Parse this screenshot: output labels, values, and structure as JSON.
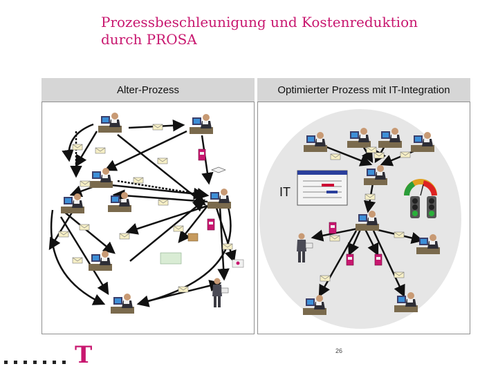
{
  "title": {
    "line1": "Prozessbeschleunigung und Kostenreduktion",
    "line2": "durch PROSA"
  },
  "panels": {
    "left_header": "Alter-Prozess",
    "right_header": "Optimierter Prozess mit IT-Integration"
  },
  "it_label": "IT",
  "page_number": "26",
  "logo_letter": "T",
  "colors": {
    "accent": "#c8176f",
    "header_bg": "#d6d6d6",
    "oval_bg": "#e6e6e6",
    "envelope": "#f6efc6",
    "arrow": "#111111"
  },
  "icons": {
    "worker": "person-at-desk-icon",
    "envelope": "document-envelope-icon",
    "folder": "binder-icon",
    "traffic_light": "traffic-light-icon",
    "gauge": "speed-gauge-icon",
    "screen": "software-window-icon"
  }
}
